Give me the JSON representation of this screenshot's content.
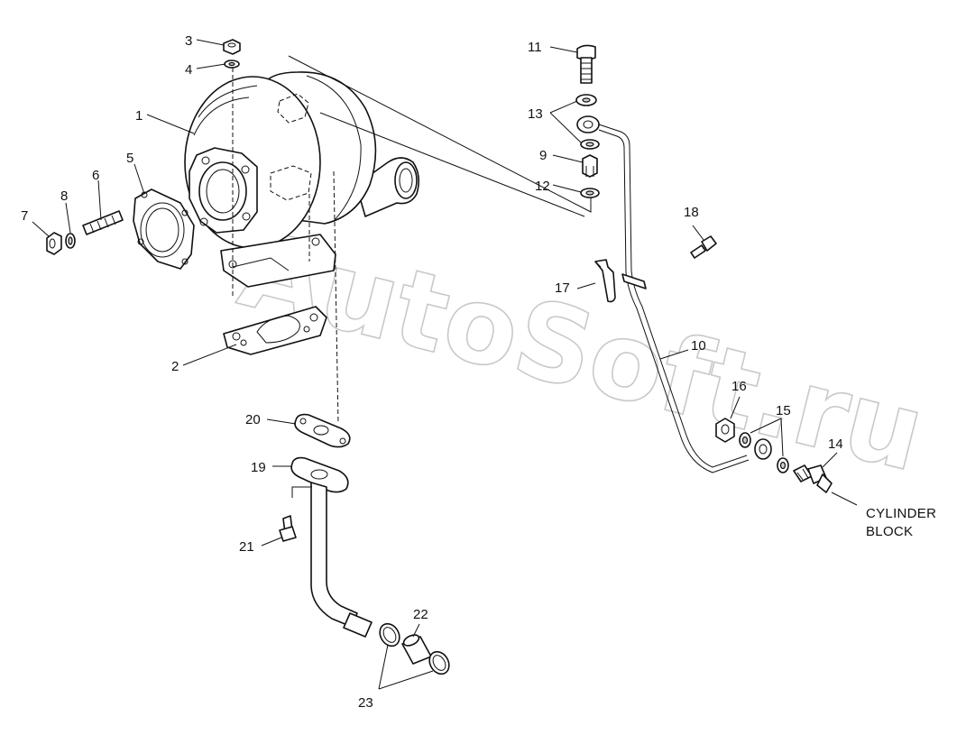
{
  "callouts": [
    "1",
    "2",
    "3",
    "4",
    "5",
    "6",
    "7",
    "8",
    "9",
    "10",
    "11",
    "12",
    "13",
    "14",
    "15",
    "16",
    "17",
    "18",
    "19",
    "20",
    "21",
    "22",
    "23"
  ],
  "note": {
    "line1": "CYLINDER",
    "line2": "BLOCK"
  },
  "watermark": "AutoSoft.ru",
  "colors": {
    "line": "#111111",
    "background": "#ffffff",
    "watermark": "#c9c9c9"
  }
}
